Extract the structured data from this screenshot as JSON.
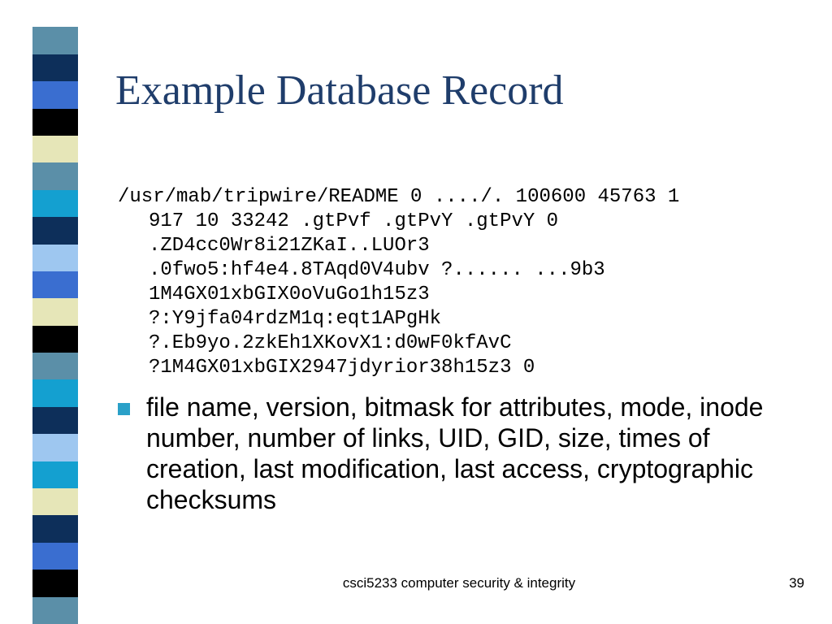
{
  "slide": {
    "title": "Example Database Record",
    "code_lines": [
      "/usr/mab/tripwire/README 0 ..../. 100600 45763 1",
      "917 10 33242 .gtPvf .gtPvY .gtPvY 0",
      ".ZD4cc0Wr8i21ZKaI..LUOr3",
      ".0fwo5:hf4e4.8TAqd0V4ubv ?...... ...9b3",
      "1M4GX01xbGIX0oVuGo1h15z3",
      "?:Y9jfa04rdzM1q:eqt1APgHk",
      "?.Eb9yo.2zkEh1XKovX1:d0wF0kfAvC",
      "?1M4GX01xbGIX2947jdyrior38h15z3 0"
    ],
    "bullets": [
      "file name, version, bitmask for attributes, mode, inode number, number of links, UID, GID, size, times of creation, last modification, last access, cryptographic checksums"
    ],
    "footer": {
      "course": "csci5233 computer security & integrity",
      "page_number": "39"
    }
  },
  "colors": {
    "title": "#1f3d6b",
    "bullet": "#2aa0c8",
    "strip": [
      "#5b8fa8",
      "#0d2f5a",
      "#3a6ed0",
      "#000000",
      "#e6e6b8",
      "#14a0d0",
      "#ffffff",
      "#9ec7f0"
    ]
  }
}
